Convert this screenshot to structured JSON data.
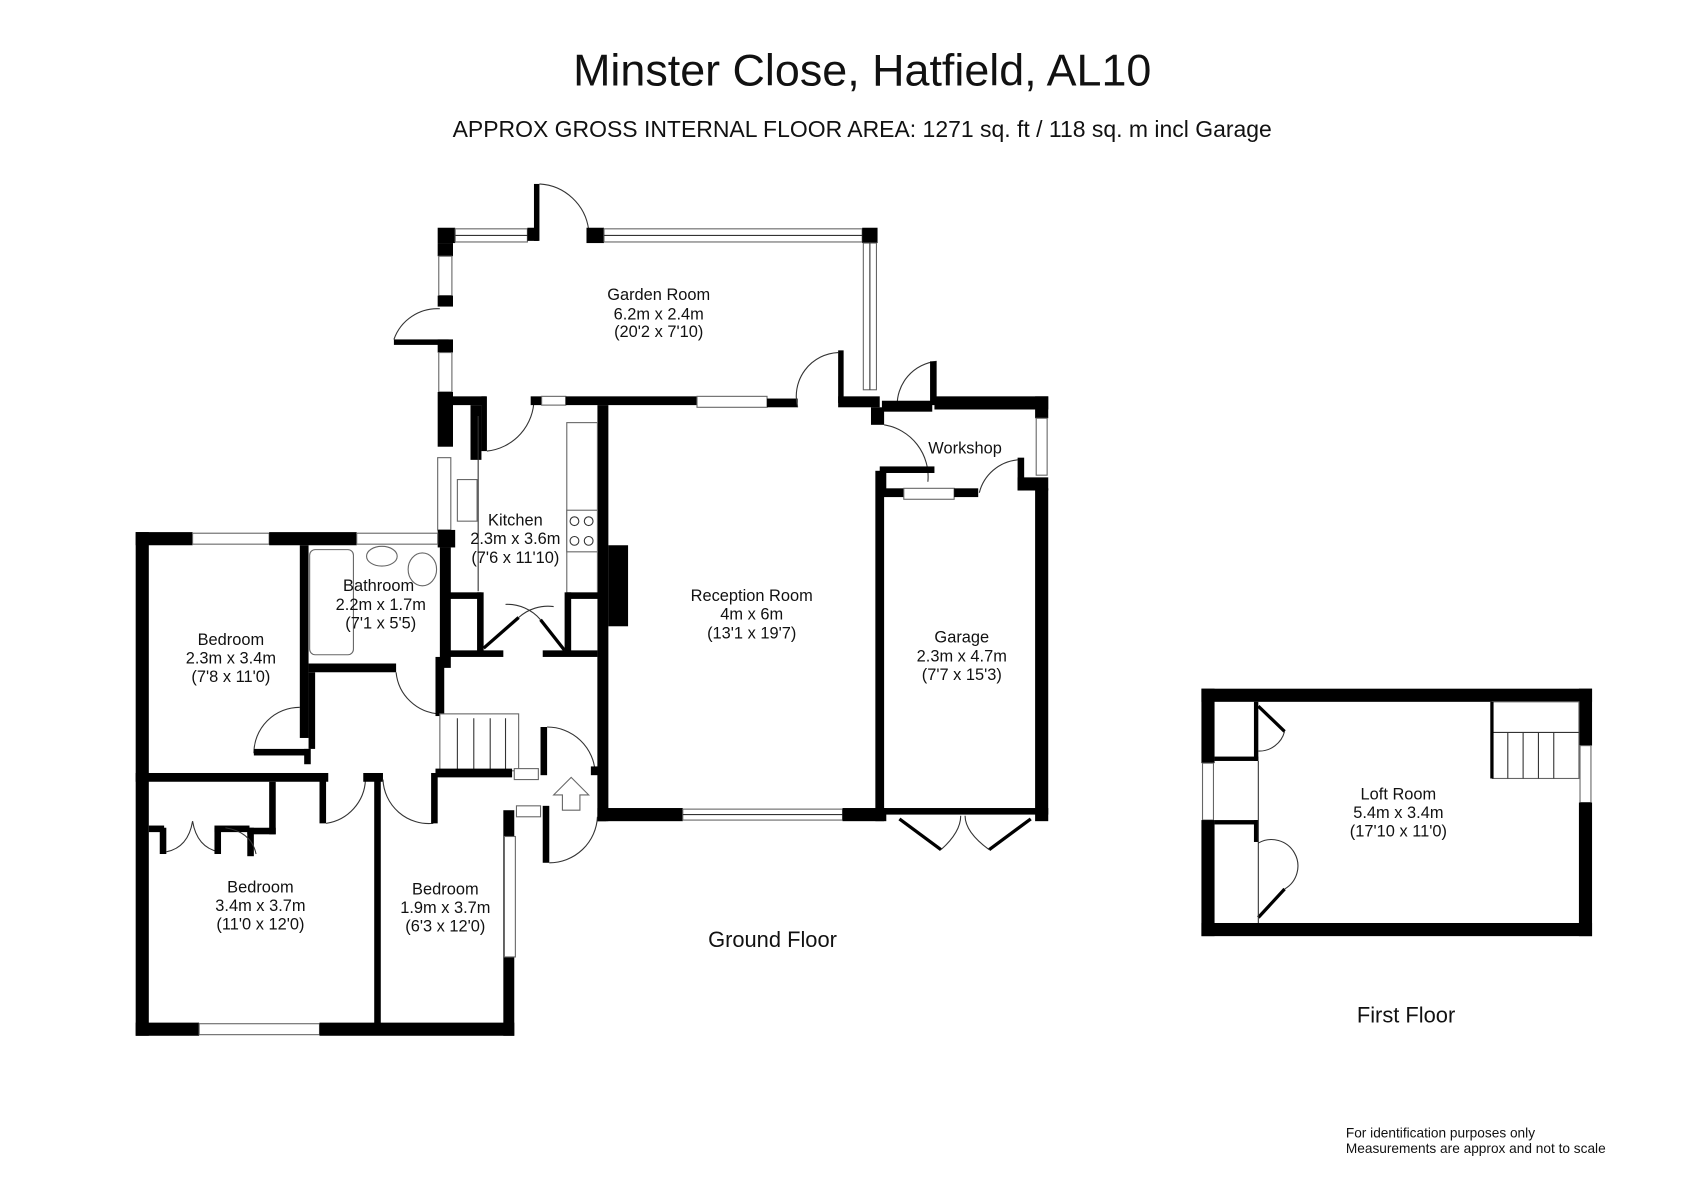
{
  "header": {
    "title": "Minster Close, Hatfield, AL10",
    "subtitle": "APPROX GROSS INTERNAL FLOOR AREA:  1271 sq. ft / 118 sq. m  incl Garage"
  },
  "floors": {
    "ground": {
      "label": "Ground Floor",
      "rooms": {
        "garden_room": {
          "name": "Garden Room",
          "metric": "6.2m x 2.4m",
          "imperial": "(20'2 x 7'10)"
        },
        "kitchen": {
          "name": "Kitchen",
          "metric": "2.3m x 3.6m",
          "imperial": "(7'6 x 11'10)"
        },
        "bathroom": {
          "name": "Bathroom",
          "metric": "2.2m x 1.7m",
          "imperial": "(7'1 x 5'5)"
        },
        "bedroom_1": {
          "name": "Bedroom",
          "metric": "2.3m x 3.4m",
          "imperial": "(7'8 x 11'0)"
        },
        "bedroom_2": {
          "name": "Bedroom",
          "metric": "3.4m x 3.7m",
          "imperial": "(11'0 x 12'0)"
        },
        "bedroom_3": {
          "name": "Bedroom",
          "metric": "1.9m x 3.7m",
          "imperial": "(6'3 x 12'0)"
        },
        "reception_room": {
          "name": "Reception Room",
          "metric": "4m x 6m",
          "imperial": "(13'1 x 19'7)"
        },
        "workshop": {
          "name": "Workshop"
        },
        "garage": {
          "name": "Garage",
          "metric": "2.3m x 4.7m",
          "imperial": "(7'7 x 15'3)"
        }
      }
    },
    "first": {
      "label": "First Floor",
      "rooms": {
        "loft_room": {
          "name": "Loft Room",
          "metric": "5.4m x 3.4m",
          "imperial": "(17'10 x 11'0)"
        }
      }
    }
  },
  "footer": {
    "line1": "For identification purposes only",
    "line2": "Measurements are approx and not to scale"
  },
  "icons": {
    "entrance": "entrance-arrow-icon",
    "stairs": "stairs-icon",
    "door": "door-swing-icon",
    "window": "window-icon"
  },
  "colors": {
    "wall": "#000000",
    "background": "#ffffff",
    "window_stroke": "#666666"
  }
}
